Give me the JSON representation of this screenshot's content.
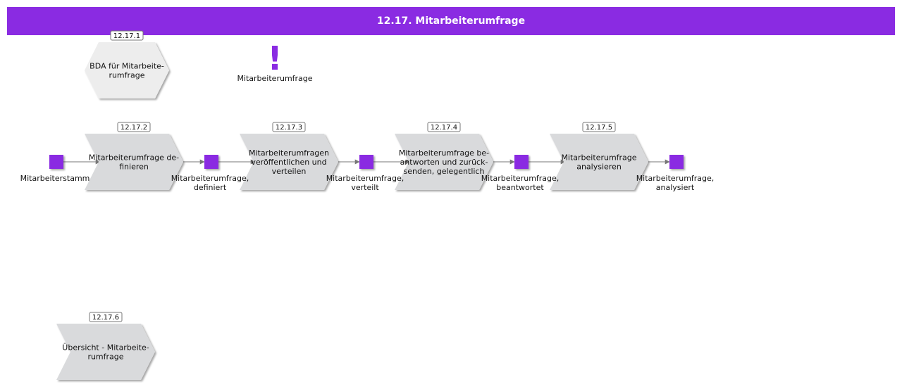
{
  "title": "12.17. Mitarbeiterumfrage",
  "colors": {
    "accent": "#8a2be2",
    "shape_fill": "#d9dadc",
    "hex_fill": "#ededed",
    "arrow": "#777777"
  },
  "hexagon": {
    "number": "12.17.1",
    "lines": [
      "BDA für Mitarbeite-",
      "rumfrage"
    ]
  },
  "event_marker": {
    "glyph": "!",
    "label": "Mitarbeiterumfrage"
  },
  "processes": [
    {
      "number": "12.17.2",
      "lines": [
        "Mitarbeiterumfrage de-",
        "finieren"
      ]
    },
    {
      "number": "12.17.3",
      "lines": [
        "Mitarbeiterumfragen",
        "veröffentlichen und",
        "verteilen"
      ]
    },
    {
      "number": "12.17.4",
      "lines": [
        "Mitarbeiterumfrage be-",
        "antworten und zurück-",
        "senden, gelegentlich"
      ]
    },
    {
      "number": "12.17.5",
      "lines": [
        "Mitarbeiterumfrage",
        "analysieren"
      ]
    },
    {
      "number": "12.17.6",
      "lines": [
        "Übersicht - Mitarbeite-",
        "rumfrage"
      ]
    }
  ],
  "objects": [
    {
      "lines": [
        "Mitarbeiterstamm"
      ]
    },
    {
      "lines": [
        "Mitarbeiterumfrage,",
        "definiert"
      ]
    },
    {
      "lines": [
        "Mitarbeiterumfrage,",
        "verteilt"
      ]
    },
    {
      "lines": [
        "Mitarbeiterumfrage,",
        "beantwortet"
      ]
    },
    {
      "lines": [
        "Mitarbeiterumfrage,",
        "analysiert"
      ]
    }
  ]
}
